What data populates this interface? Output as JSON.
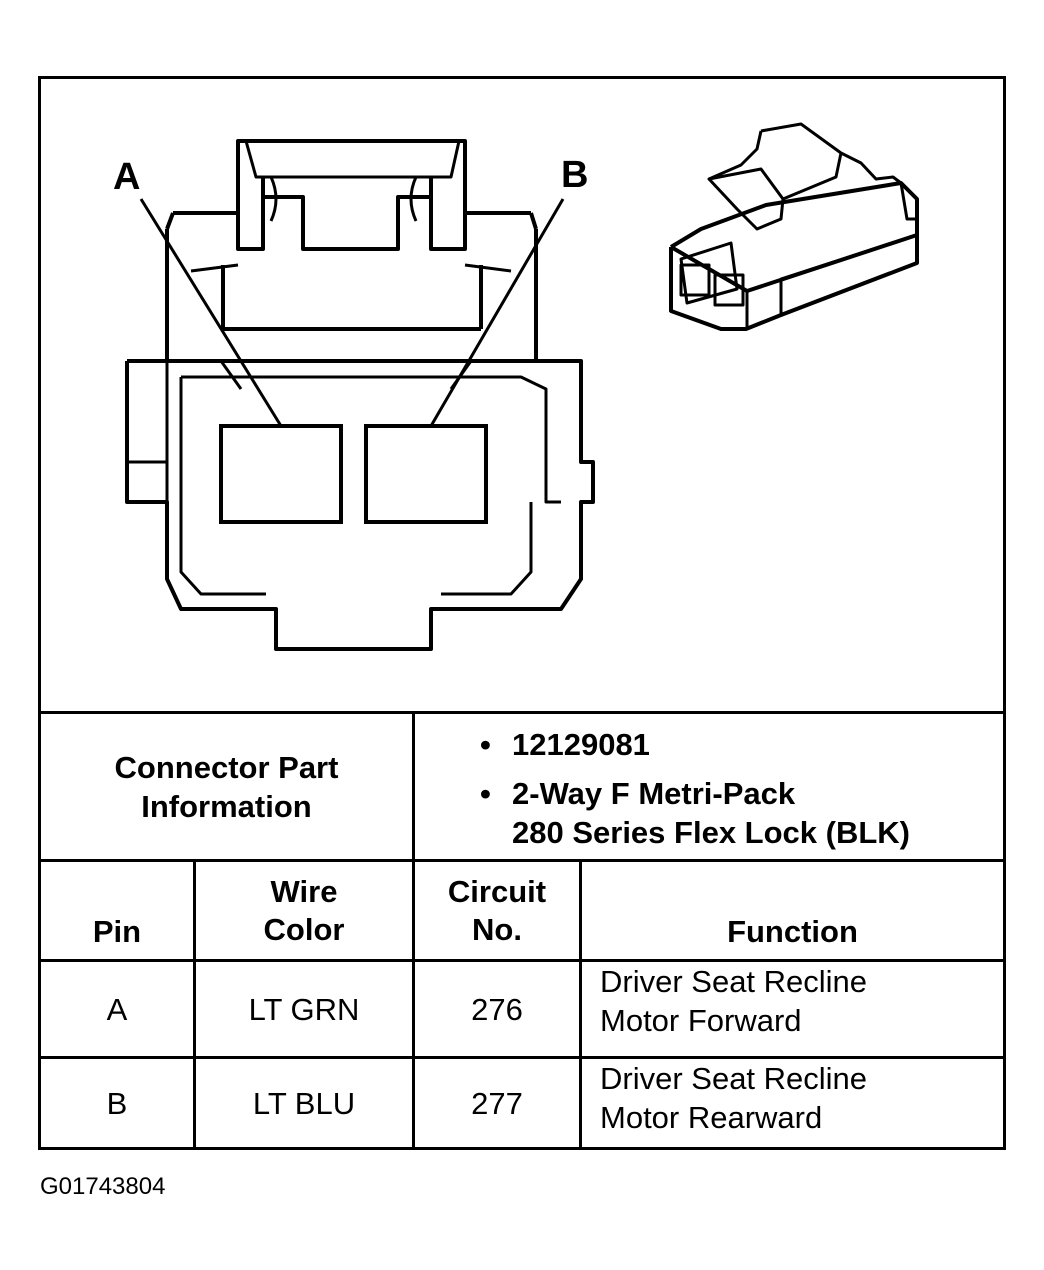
{
  "diagram": {
    "pin_labels": [
      "A",
      "B"
    ]
  },
  "connector_info": {
    "label_line1": "Connector Part",
    "label_line2": "Information",
    "items": [
      {
        "lines": [
          "12129081"
        ]
      },
      {
        "lines": [
          "2-Way F Metri-Pack",
          "280 Series Flex Lock (BLK)"
        ]
      }
    ]
  },
  "pin_table": {
    "headers": {
      "pin": "Pin",
      "wire_color_1": "Wire",
      "wire_color_2": "Color",
      "circuit_1": "Circuit",
      "circuit_2": "No.",
      "function": "Function"
    },
    "rows": [
      {
        "pin": "A",
        "wire_color": "LT GRN",
        "circuit": "276",
        "function_1": "Driver Seat Recline",
        "function_2": "Motor Forward"
      },
      {
        "pin": "B",
        "wire_color": "LT BLU",
        "circuit": "277",
        "function_1": "Driver Seat Recline",
        "function_2": "Motor Rearward"
      }
    ]
  },
  "figure_id": "G01743804"
}
